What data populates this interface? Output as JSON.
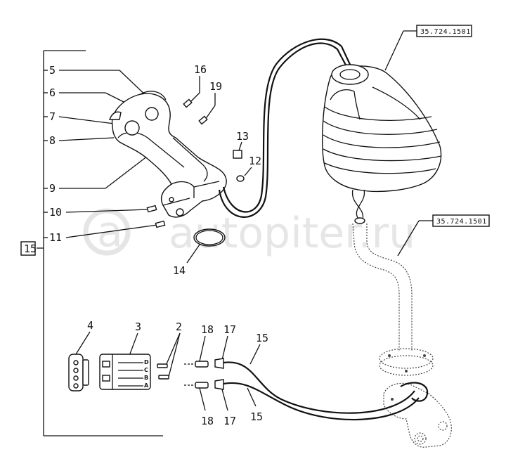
{
  "refs": {
    "ref_top": "35.724.1501",
    "ref_mid": "35.724.1501"
  },
  "watermark": {
    "text": "autopiter.ru"
  },
  "labels": {
    "l5": "5",
    "l6": "6",
    "l7": "7",
    "l8": "8",
    "l9": "9",
    "l10": "10",
    "l11": "11",
    "l12": "12",
    "l13": "13",
    "l14": "14",
    "l16": "16",
    "l19": "19",
    "l15_box": "15",
    "l4": "4",
    "l3": "3",
    "l2": "2",
    "l18_top": "18",
    "l17_top": "17",
    "l15_top": "15",
    "l18_bot": "18",
    "l17_bot": "17",
    "l15_bot": "15"
  },
  "connector_pins": [
    "D",
    "C",
    "B",
    "A"
  ]
}
